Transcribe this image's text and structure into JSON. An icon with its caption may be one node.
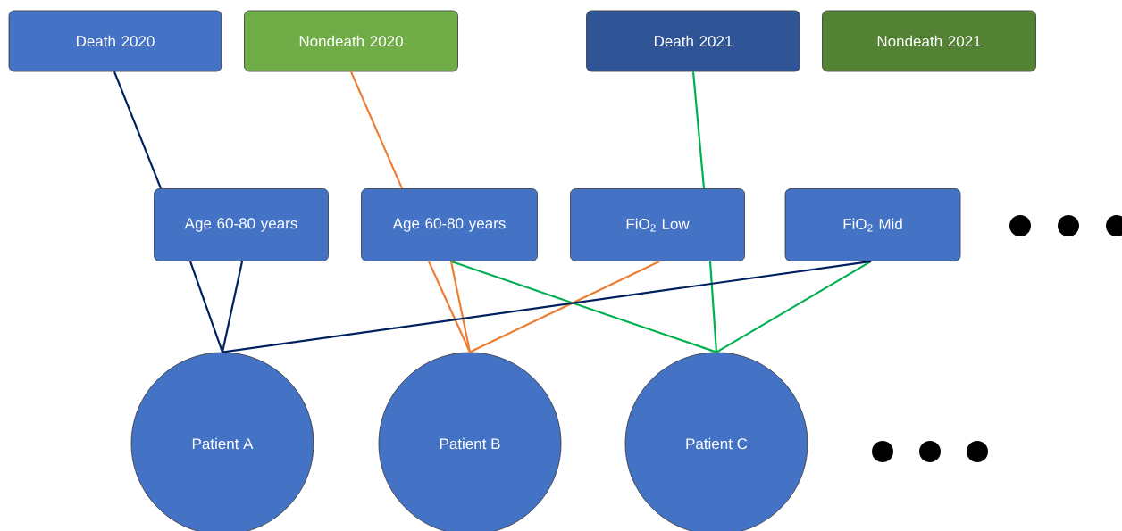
{
  "diagram": {
    "nodes": [
      {
        "text": [
          "Death 2020"
        ]
      },
      {
        "text": [
          "Nondeath 2020"
        ]
      },
      {
        "text": [
          "Death 2021"
        ]
      },
      {
        "text": [
          "Nondeath 2021"
        ]
      },
      {
        "text": [
          "Age 60-80 years"
        ]
      },
      {
        "text": [
          "Age 60-80 years"
        ]
      },
      {
        "text": [
          "FiO$_{2}$ Low"
        ]
      },
      {
        "text": [
          "FiO$_{2}$ Mid"
        ]
      },
      {
        "text": [
          "Patient A"
        ]
      },
      {
        "text": [
          "Patient B"
        ]
      },
      {
        "text": [
          "Patient C"
        ]
      }
    ],
    "edges": [
      {
        "from": 0,
        "to": 4,
        "arrow": "none",
        "color": "#002060"
      },
      {
        "from": 1,
        "to": 5,
        "arrow": "none",
        "color": "#ed7d31"
      },
      {
        "from": 2,
        "to": 6,
        "arrow": "none",
        "color": "#00b050"
      },
      {
        "from": 4,
        "to": 8,
        "arrow": "none",
        "color": "#002060"
      },
      {
        "from": 4,
        "to": 8,
        "arrow": "none",
        "color": "#002060"
      },
      {
        "from": 7,
        "to": 8,
        "arrow": "none",
        "color": "#002060"
      },
      {
        "from": 5,
        "to": 9,
        "arrow": "none",
        "color": "#ed7d31"
      },
      {
        "from": 5,
        "to": 9,
        "arrow": "none",
        "color": "#ed7d31"
      },
      {
        "from": 6,
        "to": 9,
        "arrow": "none",
        "color": "#ed7d31"
      },
      {
        "from": 5,
        "to": 10,
        "arrow": "none",
        "color": "#00b050"
      },
      {
        "from": 6,
        "to": 10,
        "arrow": "none",
        "color": "#00b050"
      },
      {
        "from": 7,
        "to": 10,
        "arrow": "none",
        "color": "#00b050"
      }
    ]
  }
}
